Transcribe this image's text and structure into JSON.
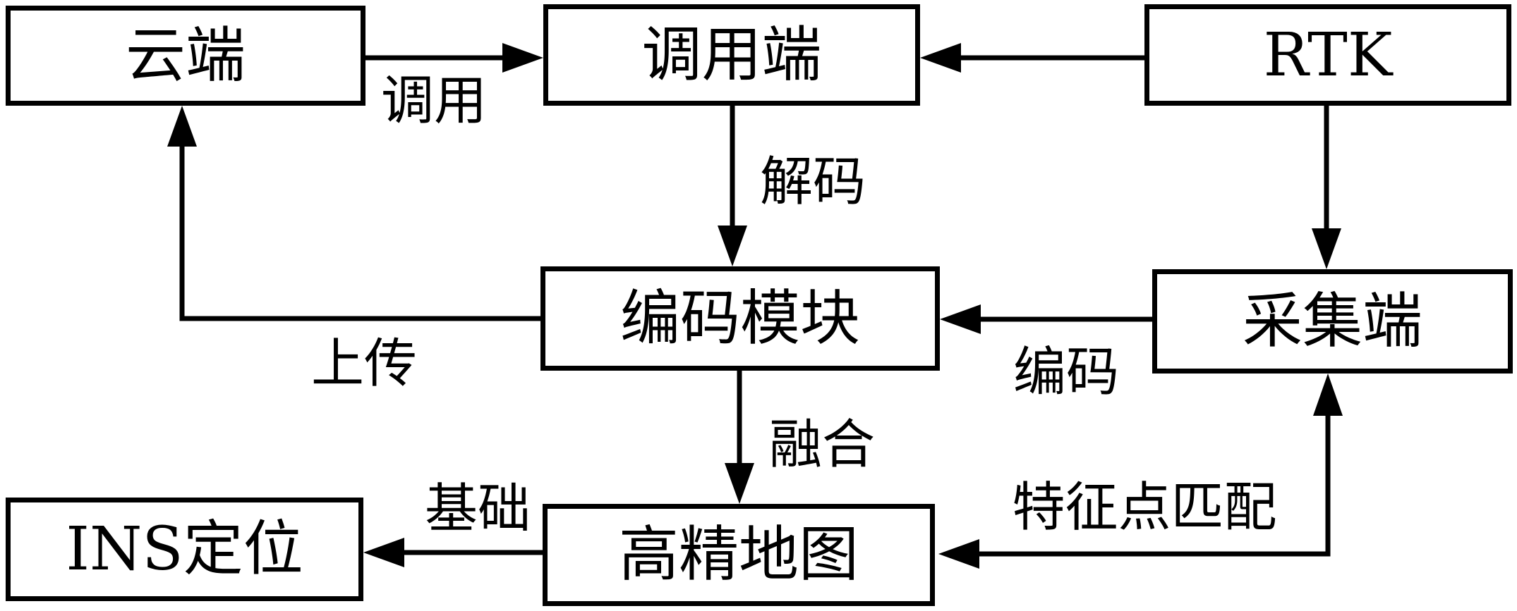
{
  "diagram": {
    "type": "flowchart",
    "colors": {
      "ink": "#000000",
      "paper": "#ffffff"
    },
    "nodes": {
      "cloud": {
        "label": "云端"
      },
      "caller": {
        "label": "调用端"
      },
      "rtk": {
        "label": "RTK"
      },
      "encoder": {
        "label": "编码模块"
      },
      "collector": {
        "label": "采集端"
      },
      "hd_map": {
        "label": "高精地图"
      },
      "ins": {
        "label": "INS定位"
      }
    },
    "edges": {
      "call": {
        "label": "调用",
        "from": "cloud",
        "to": "caller"
      },
      "rtk_to_caller": {
        "label": "",
        "from": "rtk",
        "to": "caller"
      },
      "decode": {
        "label": "解码",
        "from": "caller",
        "to": "encoder"
      },
      "rtk_to_collector": {
        "label": "",
        "from": "rtk",
        "to": "collector"
      },
      "encode": {
        "label": "编码",
        "from": "collector",
        "to": "encoder"
      },
      "upload": {
        "label": "上传",
        "from": "encoder",
        "to": "cloud"
      },
      "fuse": {
        "label": "融合",
        "from": "encoder",
        "to": "hd_map"
      },
      "basis": {
        "label": "基础",
        "from": "hd_map",
        "to": "ins"
      },
      "feature_match": {
        "label": "特征点匹配",
        "from": "collector",
        "to": "hd_map",
        "bidirectional": true
      }
    }
  }
}
